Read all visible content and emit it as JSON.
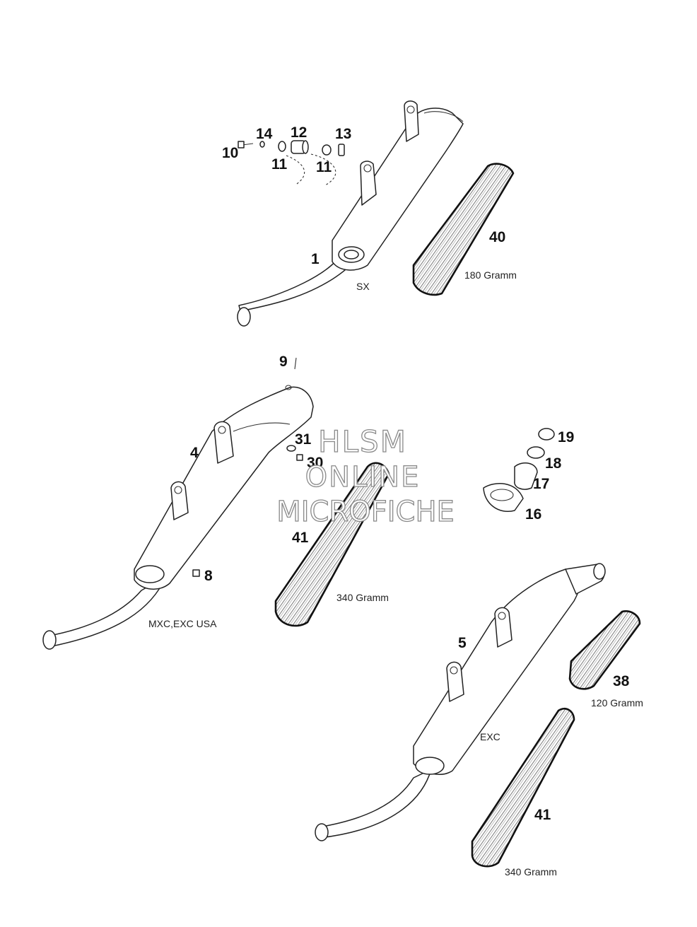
{
  "labels": {
    "n1": "1",
    "n4": "4",
    "n5": "5",
    "n8": "8",
    "n9": "9",
    "n10": "10",
    "n11a": "11",
    "n11b": "11",
    "n12": "12",
    "n13": "13",
    "n14": "14",
    "n16": "16",
    "n17": "17",
    "n18": "18",
    "n19": "19",
    "n30": "30",
    "n31": "31",
    "n38": "38",
    "n40": "40",
    "n41a": "41",
    "n41b": "41"
  },
  "captions": {
    "sx": "SX",
    "mxc": "MXC,EXC USA",
    "exc": "EXC",
    "w40": "180 Gramm",
    "w41a": "340 Gramm",
    "w38": "120 Gramm",
    "w41b": "340 Gramm"
  },
  "watermark": {
    "line1": "HLSM",
    "line2": "ONLINE",
    "line3": "MICROFICHE"
  }
}
